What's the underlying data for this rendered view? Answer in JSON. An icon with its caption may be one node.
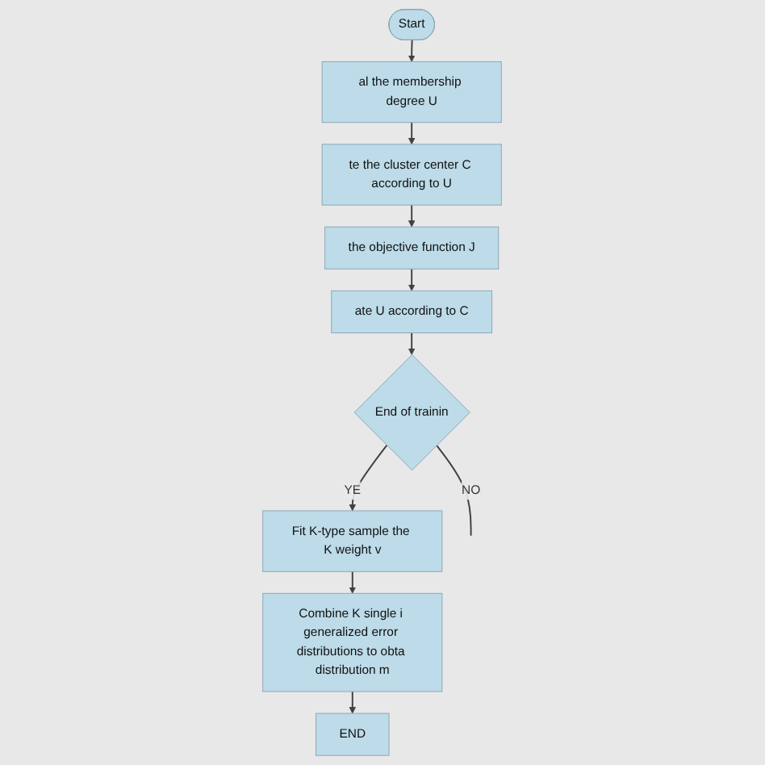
{
  "diagram": {
    "nodes": [
      {
        "text": [
          "Start"
        ]
      },
      {
        "text": [
          "al the membership degree U"
        ]
      },
      {
        "text": [
          "te the cluster center C according to U"
        ]
      },
      {
        "text": [
          "the objective function J"
        ]
      },
      {
        "text": [
          "ate U according to C"
        ]
      },
      {
        "text": [
          "End of trainin"
        ]
      },
      {
        "text": [
          "Fit K-type sample the K weight v"
        ]
      },
      {
        "text": [
          "Combine K single i generalized error distributions to obta distribution m"
        ]
      },
      {
        "text": [
          "END"
        ]
      }
    ],
    "edges": [
      {
        "from": 0,
        "to": 1,
        "arrow": "to"
      },
      {
        "from": 1,
        "to": 2,
        "arrow": "to"
      },
      {
        "from": 2,
        "to": 3,
        "arrow": "to"
      },
      {
        "from": 3,
        "to": 4,
        "arrow": "to"
      },
      {
        "from": 4,
        "to": 5,
        "arrow": "to"
      },
      {
        "from": 5,
        "to": null,
        "arrow": "none",
        "label": "NO"
      },
      {
        "from": 5,
        "to": 6,
        "arrow": "to",
        "label": "YE"
      },
      {
        "from": 6,
        "to": 7,
        "arrow": "to"
      },
      {
        "from": 7,
        "to": 8,
        "arrow": "to"
      }
    ]
  }
}
